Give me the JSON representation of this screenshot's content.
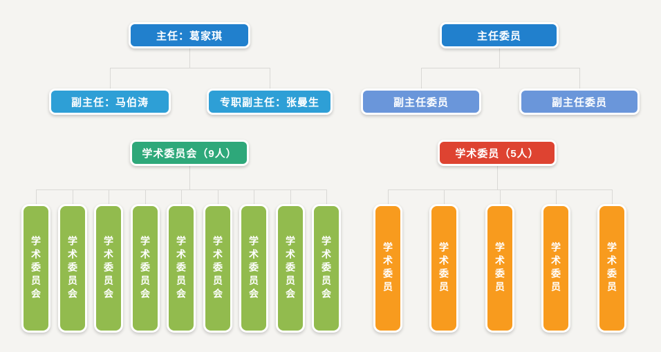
{
  "page": {
    "background": "#f5f4f1",
    "connector_color": "#d9d8d5",
    "text_color": "#ffffff"
  },
  "trees": [
    {
      "name": "academic-committee-org-left",
      "root": {
        "label": "主任：葛家琪",
        "color": "#2180cd"
      },
      "deputies": [
        {
          "label": "副主任：马伯涛",
          "color": "#2e9fd6"
        },
        {
          "label": "专职副主任：张曼生",
          "color": "#2e9fd6"
        }
      ],
      "committee": {
        "label": "学术委员会（9人）",
        "color": "#2ea87a"
      },
      "member_color": "#92bb4e",
      "members": [
        "学术委员会",
        "学术委员会",
        "学术委员会",
        "学术委员会",
        "学术委员会",
        "学术委员会",
        "学术委员会",
        "学术委员会",
        "学术委员会"
      ]
    },
    {
      "name": "academic-committee-org-right",
      "root": {
        "label": "主任委员",
        "color": "#2180cd"
      },
      "deputies": [
        {
          "label": "副主任委员",
          "color": "#6a96da"
        },
        {
          "label": "副主任委员",
          "color": "#6a96da"
        }
      ],
      "committee": {
        "label": "学术委员（5人）",
        "color": "#de4331"
      },
      "member_color": "#f89b1e",
      "members": [
        "学术委员",
        "学术委员",
        "学术委员",
        "学术委员",
        "学术委员"
      ]
    }
  ]
}
